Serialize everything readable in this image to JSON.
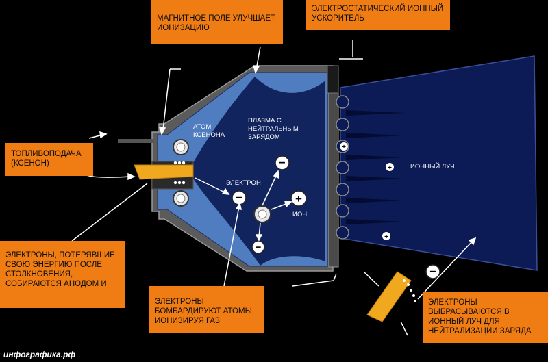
{
  "callouts": {
    "magnetic": "МАГНИТНОЕ ПОЛЕ УЛУЧШАЕТ ИОНИЗАЦИЮ",
    "accelerator": "ЭЛЕКТРОСТАТИЧЕСКИЙ ИОННЫЙ УСКОРИТЕЛЬ",
    "fuel": "ТОПЛИВОПОДАЧА (КСЕНОН)",
    "anode": "ЭЛЕКТРОНЫ, ПОТЕРЯВШИЕ СВОЮ ЭНЕРГИЮ ПОСЛЕ СТОЛКНОВЕНИЯ, СОБИРАЮТСЯ АНОДОМ И",
    "bombard": "ЭЛЕКТРОНЫ БОМБАРДИРУЮТ АТОМЫ, ИОНИЗИРУЯ ГАЗ",
    "neutralize": "ЭЛЕКТРОНЫ ВЫБРАСЫВАЮТСЯ В ИОННЫЙ ЛУЧ ДЛЯ НЕЙТРАЛИЗАЦИИ ЗАРЯДА"
  },
  "labels": {
    "atom": "АТОМ КСЕНОНА",
    "plasma": "ПЛАЗМА С НЕЙТРАЛЬНЫМ ЗАРЯДОМ",
    "electron": "ЭЛЕКТРОН",
    "ion": "ИОН",
    "beam": "ИОННЫЙ ЛУЧ",
    "minus": "−",
    "plus": "+"
  },
  "watermark": "инфографика.рф",
  "colors": {
    "background": "#000000",
    "callout": "#f07c14",
    "chamber_light": "#4f7dbf",
    "chamber_dark": "#12245e",
    "beam": "#0c1a55",
    "housing": "#5a5a5a",
    "injector": "#f0a81e"
  }
}
